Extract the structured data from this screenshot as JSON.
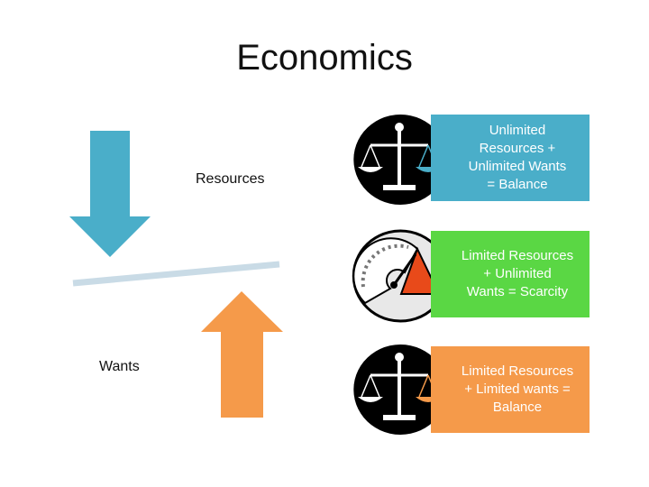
{
  "slide": {
    "title": "Economics"
  },
  "seesaw": {
    "resources_label": "Resources",
    "wants_label": "Wants",
    "down_arrow_color": "#4aaec9",
    "up_arrow_color": "#f59a4a",
    "beam_color": "#c9dbe6"
  },
  "cards": [
    {
      "icon": "scale-icon",
      "lines": [
        "Unlimited",
        "Resources +",
        "Unlimited Wants",
        "= Balance"
      ],
      "color": "#4aaec9"
    },
    {
      "icon": "speedometer-icon",
      "lines": [
        "Limited Resources",
        "+ Unlimited",
        "Wants = Scarcity"
      ],
      "color": "#5ad744"
    },
    {
      "icon": "scale-icon",
      "lines": [
        "Limited Resources",
        "+ Limited wants =",
        "Balance"
      ],
      "color": "#f59a4a"
    }
  ]
}
